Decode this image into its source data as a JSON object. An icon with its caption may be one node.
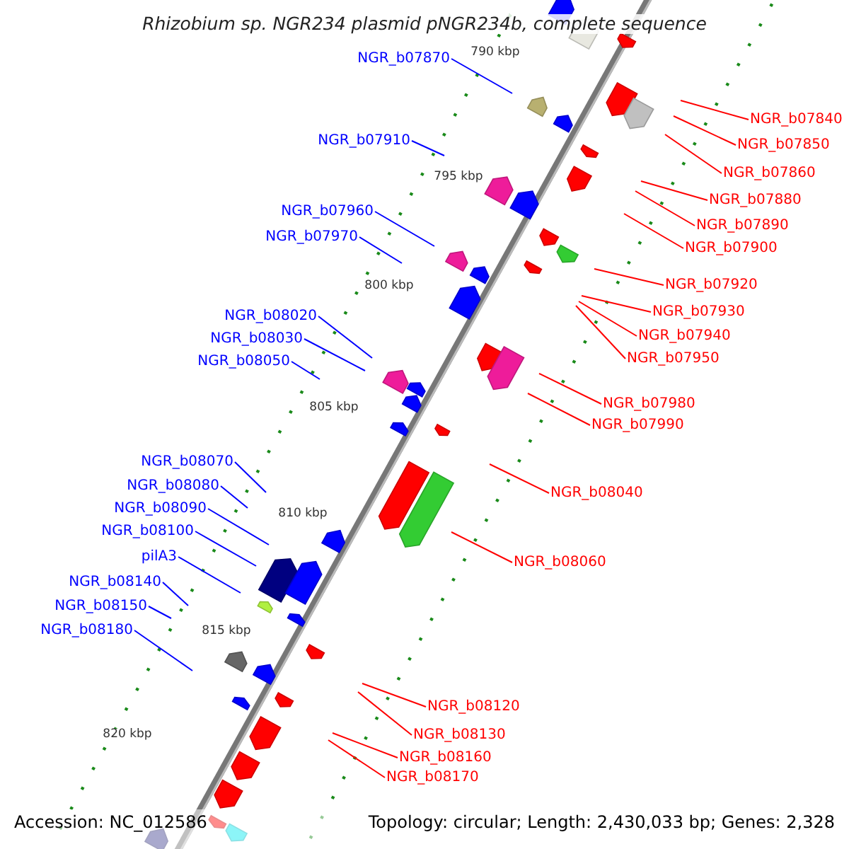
{
  "diagram": {
    "title": "Rhizobium sp. NGR234 plasmid pNGR234b, complete sequence",
    "nodes": [
      {
        "text": [
          "NGR_b07870"
        ]
      },
      {
        "text": [
          "NGR_b07910"
        ]
      },
      {
        "text": [
          "NGR_b07960"
        ]
      },
      {
        "text": [
          "NGR_b07970"
        ]
      },
      {
        "text": [
          "NGR_b08020"
        ]
      },
      {
        "text": [
          "NGR_b08030"
        ]
      },
      {
        "text": [
          "NGR_b08050"
        ]
      },
      {
        "text": [
          "NGR_b08070"
        ]
      },
      {
        "text": [
          "NGR_b08080"
        ]
      },
      {
        "text": [
          "NGR_b08090"
        ]
      },
      {
        "text": [
          "NGR_b08100"
        ]
      },
      {
        "text": [
          "pilA3"
        ]
      },
      {
        "text": [
          "NGR_b08140"
        ]
      },
      {
        "text": [
          "NGR_b08150"
        ]
      },
      {
        "text": [
          "NGR_b08180"
        ]
      },
      {
        "text": [
          "NGR_b07840"
        ]
      },
      {
        "text": [
          "NGR_b07850"
        ]
      },
      {
        "text": [
          "NGR_b07860"
        ]
      },
      {
        "text": [
          "NGR_b07880"
        ]
      },
      {
        "text": [
          "NGR_b07890"
        ]
      },
      {
        "text": [
          "NGR_b07900"
        ]
      },
      {
        "text": [
          "NGR_b07920"
        ]
      },
      {
        "text": [
          "NGR_b07930"
        ]
      },
      {
        "text": [
          "NGR_b07940"
        ]
      },
      {
        "text": [
          "NGR_b07950"
        ]
      },
      {
        "text": [
          "NGR_b07980"
        ]
      },
      {
        "text": [
          "NGR_b07990"
        ]
      },
      {
        "text": [
          "NGR_b08040"
        ]
      },
      {
        "text": [
          "NGR_b08060"
        ]
      },
      {
        "text": [
          "NGR_b08120"
        ]
      },
      {
        "text": [
          "NGR_b08130"
        ]
      },
      {
        "text": [
          "NGR_b08160"
        ]
      },
      {
        "text": [
          "NGR_b08170"
        ]
      }
    ],
    "edges": [
      {
        "from": 0,
        "to": null,
        "arrow": "none",
        "color": "#0000ff"
      },
      {
        "from": 1,
        "to": null,
        "arrow": "none",
        "color": "#0000ff"
      },
      {
        "from": 2,
        "to": null,
        "arrow": "none",
        "color": "#0000ff"
      },
      {
        "from": 3,
        "to": null,
        "arrow": "none",
        "color": "#0000ff"
      },
      {
        "from": 4,
        "to": null,
        "arrow": "none",
        "color": "#0000ff"
      },
      {
        "from": 5,
        "to": null,
        "arrow": "none",
        "color": "#0000ff"
      },
      {
        "from": 6,
        "to": null,
        "arrow": "none",
        "color": "#0000ff"
      },
      {
        "from": 7,
        "to": null,
        "arrow": "none",
        "color": "#0000ff"
      },
      {
        "from": 8,
        "to": null,
        "arrow": "none",
        "color": "#0000ff"
      },
      {
        "from": 9,
        "to": null,
        "arrow": "none",
        "color": "#0000ff"
      },
      {
        "from": 10,
        "to": null,
        "arrow": "none",
        "color": "#0000ff"
      },
      {
        "from": 11,
        "to": null,
        "arrow": "none",
        "color": "#0000ff"
      },
      {
        "from": 12,
        "to": null,
        "arrow": "none",
        "color": "#0000ff"
      },
      {
        "from": 13,
        "to": null,
        "arrow": "none",
        "color": "#0000ff"
      },
      {
        "from": 14,
        "to": null,
        "arrow": "none",
        "color": "#0000ff"
      },
      {
        "from": 15,
        "to": null,
        "arrow": "none"
      },
      {
        "from": 16,
        "to": null,
        "arrow": "none"
      },
      {
        "from": 17,
        "to": null,
        "arrow": "none"
      },
      {
        "from": 18,
        "to": null,
        "arrow": "none"
      },
      {
        "from": 19,
        "to": null,
        "arrow": "none"
      },
      {
        "from": 20,
        "to": null,
        "arrow": "none"
      },
      {
        "from": 21,
        "to": null,
        "arrow": "none"
      },
      {
        "from": 22,
        "to": null,
        "arrow": "none"
      },
      {
        "from": 23,
        "to": null,
        "arrow": "none"
      },
      {
        "from": 24,
        "to": null,
        "arrow": "none"
      },
      {
        "from": 25,
        "to": null,
        "arrow": "none"
      },
      {
        "from": 26,
        "to": null,
        "arrow": "none"
      },
      {
        "from": 27,
        "to": null,
        "arrow": "none"
      },
      {
        "from": 28,
        "to": null,
        "arrow": "none"
      },
      {
        "from": 29,
        "to": null,
        "arrow": "none"
      },
      {
        "from": 30,
        "to": null,
        "arrow": "none"
      },
      {
        "from": 31,
        "to": null,
        "arrow": "none"
      },
      {
        "from": 32,
        "to": null,
        "arrow": "none"
      }
    ],
    "labels": [
      "790 kbp",
      "795 kbp",
      "800 kbp",
      "805 kbp",
      "810 kbp",
      "815 kbp",
      "820 kbp",
      "Accession: NC_012586",
      "Topology: circular; Length: 2,430,033 bp; Genes: 2,328"
    ]
  }
}
